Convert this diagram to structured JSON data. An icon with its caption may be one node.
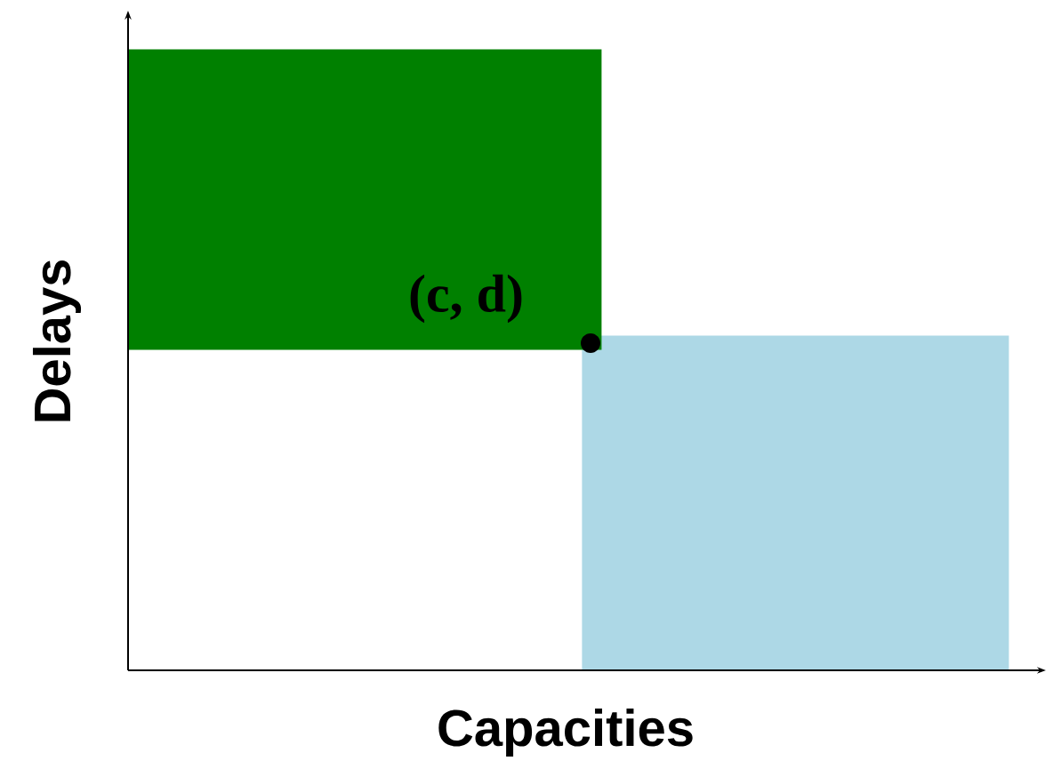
{
  "diagram": {
    "nodes": [
      {
        "text": [],
        "shape": "box"
      },
      {
        "text": [],
        "shape": "box"
      }
    ],
    "labels": [
      "(c, d)",
      "Delays",
      "Capacities"
    ]
  }
}
